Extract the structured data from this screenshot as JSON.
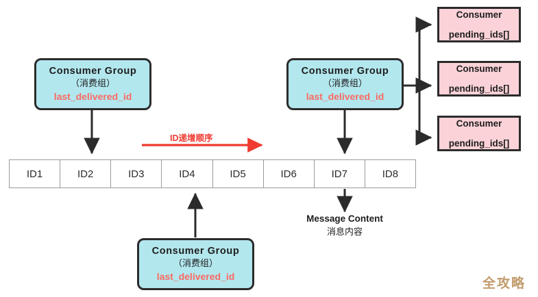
{
  "diagram": {
    "title": "Redis Stream Consumer Group Diagram",
    "colors": {
      "consumer_group_fill": "#b3e7ee",
      "consumer_fill": "#fad2d7",
      "border": "#2b2b2b",
      "accent_red": "#fa6a62",
      "arrow_red": "#ef3b30",
      "strip_border": "#9a9a9a",
      "watermark": "#c19a6b"
    }
  },
  "consumer_groups": [
    {
      "id": "left",
      "title": "Consumer  Group",
      "subtitle": "（消费组）",
      "last_id_label": "last_delivered_id"
    },
    {
      "id": "middle",
      "title": "Consumer  Group",
      "subtitle": "（消费组）",
      "last_id_label": "last_delivered_id"
    },
    {
      "id": "bottom",
      "title": "Consumer  Group",
      "subtitle": "（消费组）",
      "last_id_label": "last_delivered_id"
    }
  ],
  "consumers": [
    {
      "id": "consumer-1",
      "title": "Consumer",
      "pending": "pending_ids[]"
    },
    {
      "id": "consumer-2",
      "title": "Consumer",
      "pending": "pending_ids[]"
    },
    {
      "id": "consumer-3",
      "title": "Consumer",
      "pending": "pending_ids[]"
    }
  ],
  "message_stream": {
    "cells": [
      "ID1",
      "ID2",
      "ID3",
      "ID4",
      "ID5",
      "ID6",
      "ID7",
      "ID8"
    ]
  },
  "annotations": {
    "sequence_label": "ID递增顺序",
    "message_content_en": "Message Content",
    "message_content_cn": "消息内容"
  },
  "watermark": {
    "text": "全攻略"
  }
}
